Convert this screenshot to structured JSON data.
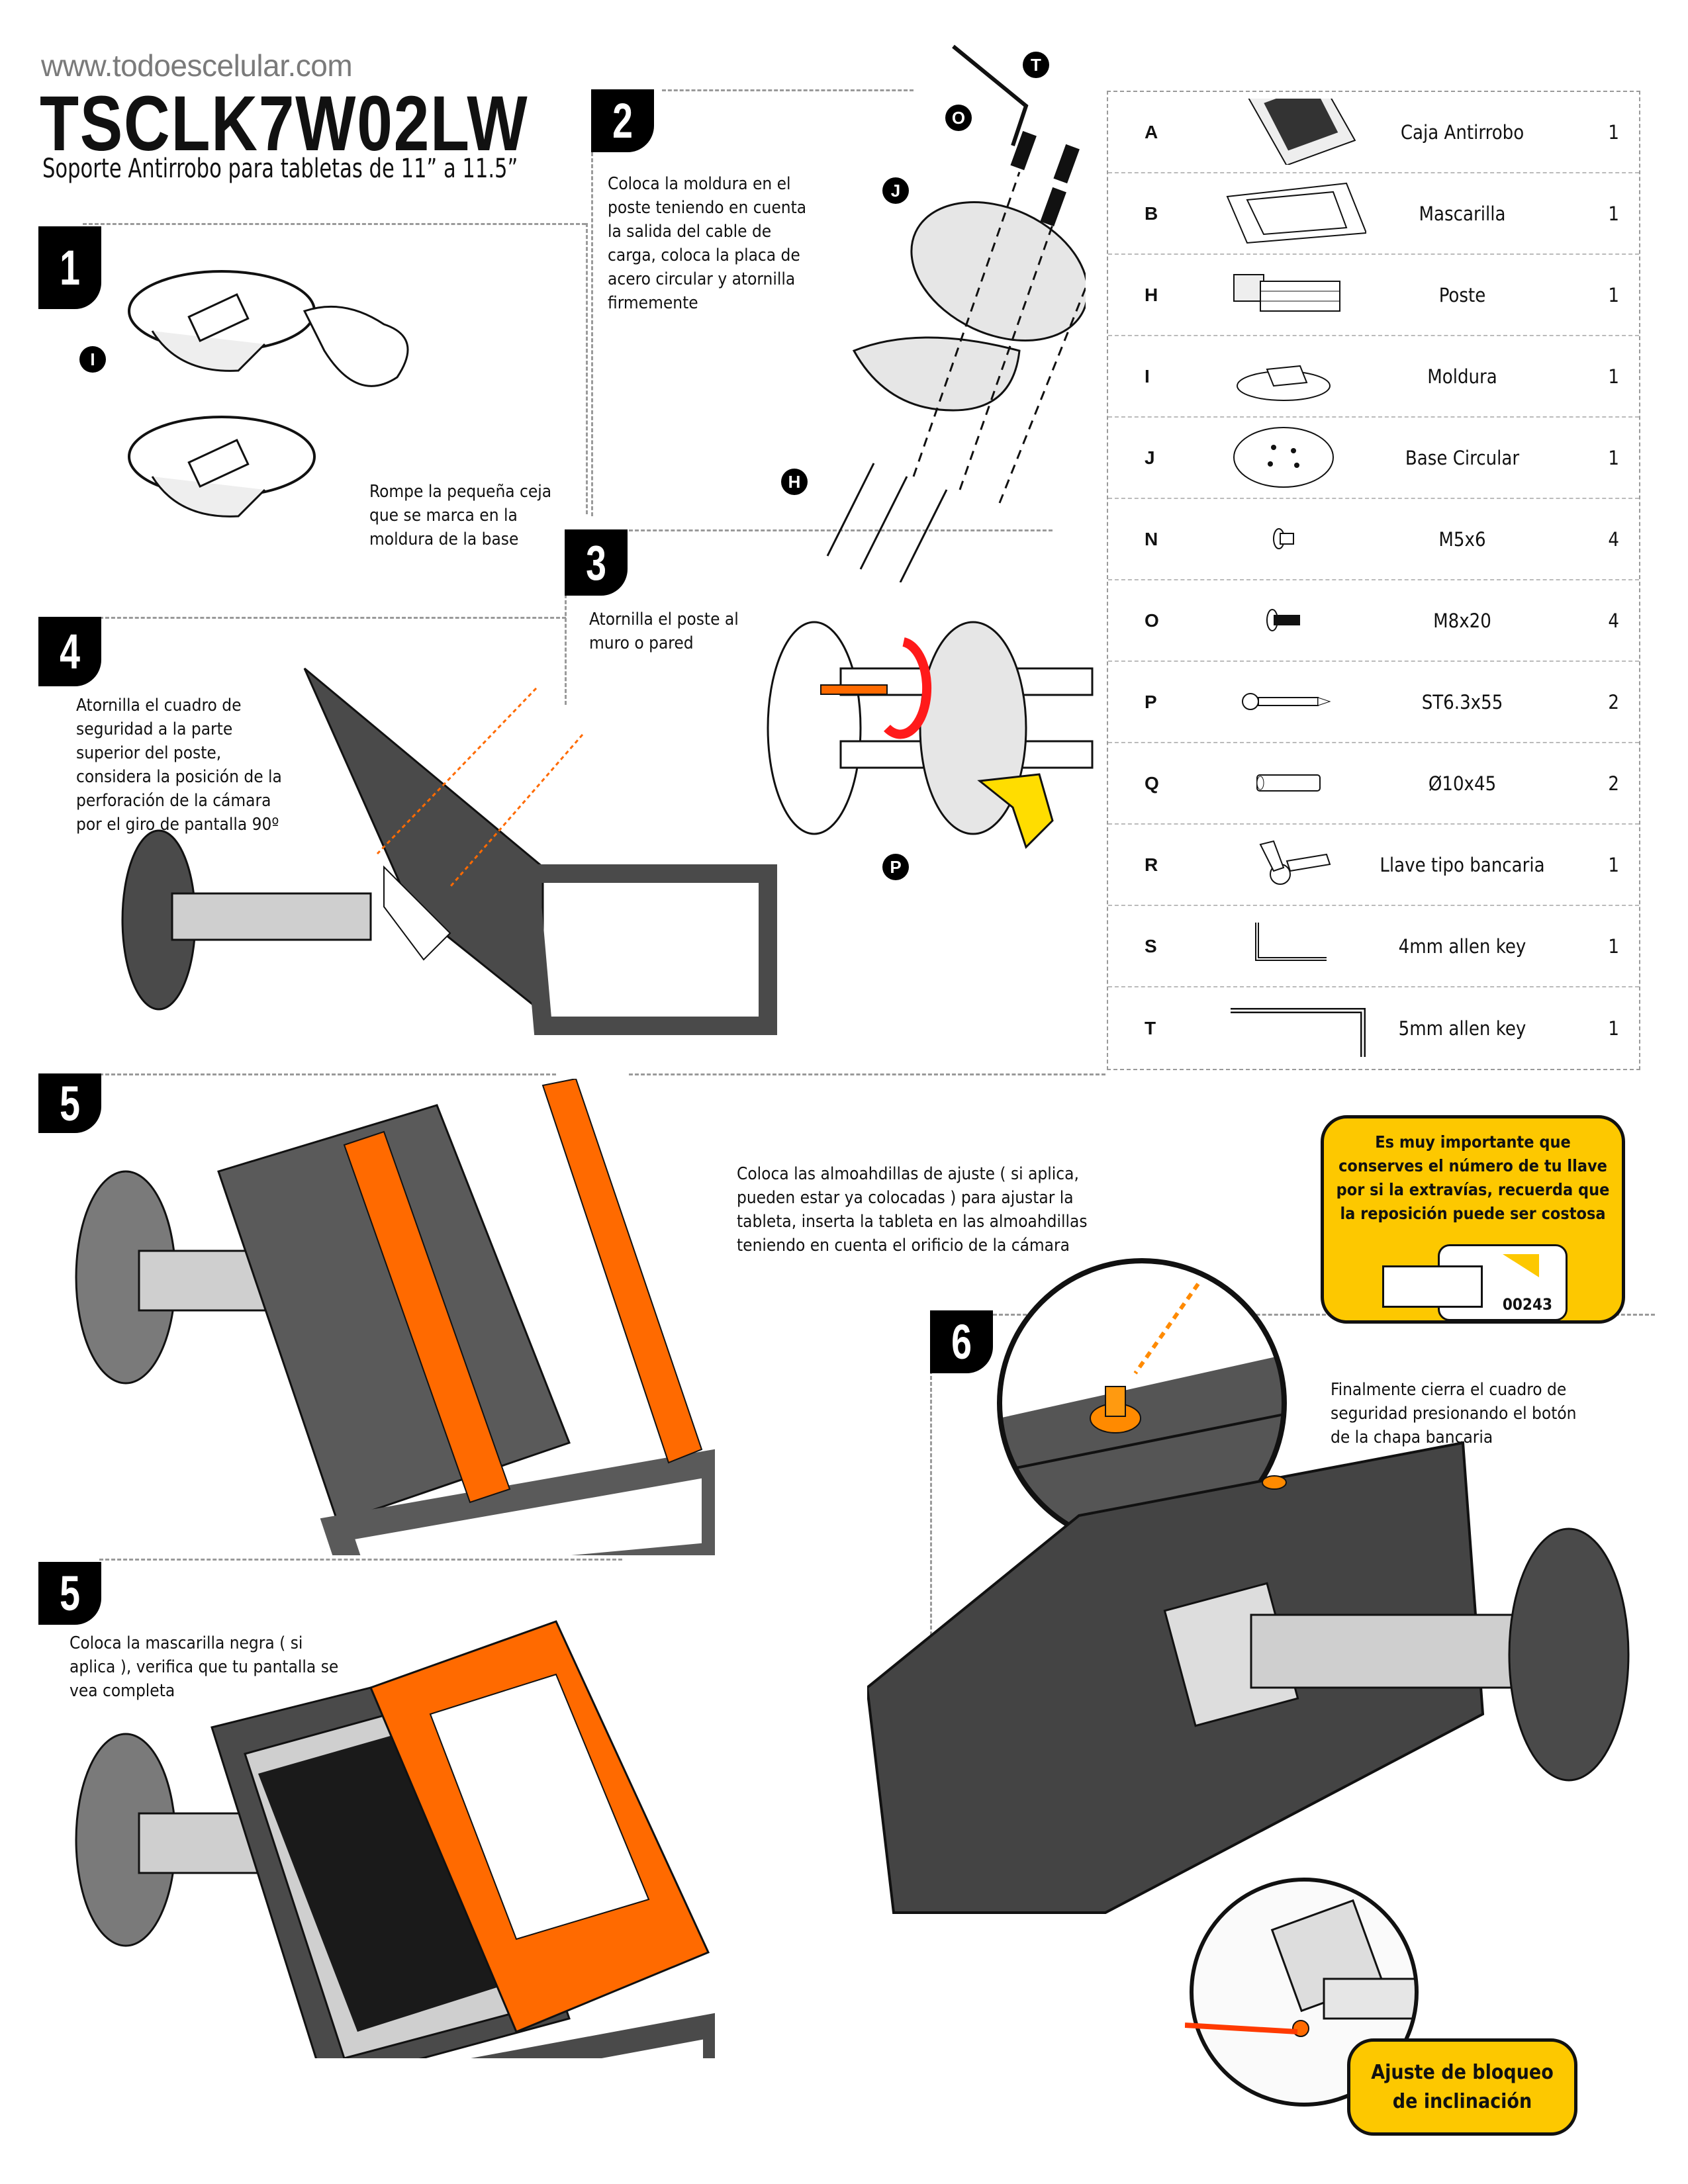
{
  "header": {
    "website": "www.todoescelular.com",
    "model": "TSCLK7W02LW",
    "subtitle": "Soporte Antirrobo para tabletas de 11” a 11.5”"
  },
  "steps": [
    {
      "number": "1",
      "text": [
        "Rompe la pequeña ceja",
        "que se marca en la",
        "moldura de la base"
      ],
      "callouts": [
        "I"
      ]
    },
    {
      "number": "2",
      "text": [
        "Coloca la moldura en el",
        "poste teniendo en cuenta",
        "la salida del cable de",
        "carga, coloca la placa de",
        "acero circular y atornilla",
        "firmemente"
      ],
      "callouts": [
        "T",
        "O",
        "J",
        "H"
      ]
    },
    {
      "number": "3",
      "text": [
        "Atornilla el poste al",
        "muro o pared"
      ],
      "callouts": [
        "P"
      ]
    },
    {
      "number": "4",
      "text": [
        "Atornilla el cuadro de",
        "seguridad a la parte",
        "superior del poste,",
        "considera la posición de la",
        "perforación de la cámara",
        "por el giro de pantalla 90º"
      ]
    },
    {
      "number": "5",
      "text": [
        "Coloca las almoahdillas de ajuste ( si aplica,",
        "pueden estar ya colocadas ) para ajustar la",
        "tableta, inserta la tableta en las almoahdillas",
        "teniendo en cuenta el orificio de la cámara"
      ]
    },
    {
      "number": "6",
      "text": [
        "Finalmente cierra el cuadro de",
        "seguridad presionando el botón",
        "de la chapa bancaria"
      ]
    },
    {
      "number": "5",
      "text": [
        "Coloca la mascarilla negra ( si",
        "aplica ), verifica que tu pantalla se",
        "vea completa"
      ]
    }
  ],
  "parts": [
    {
      "letter": "A",
      "name": "Caja Antirrobo",
      "qty": "1",
      "icon": "case-icon"
    },
    {
      "letter": "B",
      "name": "Mascarilla",
      "qty": "1",
      "icon": "mask-frame-icon"
    },
    {
      "letter": "H",
      "name": "Poste",
      "qty": "1",
      "icon": "pole-icon"
    },
    {
      "letter": "I",
      "name": "Moldura",
      "qty": "1",
      "icon": "molding-icon"
    },
    {
      "letter": "J",
      "name": "Base Circular",
      "qty": "1",
      "icon": "circular-plate-icon"
    },
    {
      "letter": "N",
      "name": "M5x6",
      "qty": "4",
      "icon": "screw-short-icon"
    },
    {
      "letter": "O",
      "name": "M8x20",
      "qty": "4",
      "icon": "bolt-icon"
    },
    {
      "letter": "P",
      "name": "ST6.3x55",
      "qty": "2",
      "icon": "wood-screw-icon"
    },
    {
      "letter": "Q",
      "name": "Ø10x45",
      "qty": "2",
      "icon": "wall-anchor-icon"
    },
    {
      "letter": "R",
      "name": "Llave tipo bancaria",
      "qty": "1",
      "icon": "keys-icon"
    },
    {
      "letter": "S",
      "name": "4mm allen key",
      "qty": "1",
      "icon": "allen-key-small-icon"
    },
    {
      "letter": "T",
      "name": "5mm allen key",
      "qty": "1",
      "icon": "allen-key-large-icon"
    }
  ],
  "key_note": {
    "lines": [
      "Es muy importante que",
      "conserves el número de tu llave",
      "por si la extravías, recuerda que",
      "la reposición puede ser costosa"
    ],
    "key_number": "00243"
  },
  "tilt_label": {
    "lines": [
      "Ajuste de bloqueo",
      "de inclinación"
    ]
  },
  "colors": {
    "accent_orange": "#ff6a00",
    "note_yellow": "#fdc800",
    "drill_yellow": "#ffdd00",
    "arrow_red": "#ff1a1a",
    "metal_dark": "#4a4a4a"
  }
}
